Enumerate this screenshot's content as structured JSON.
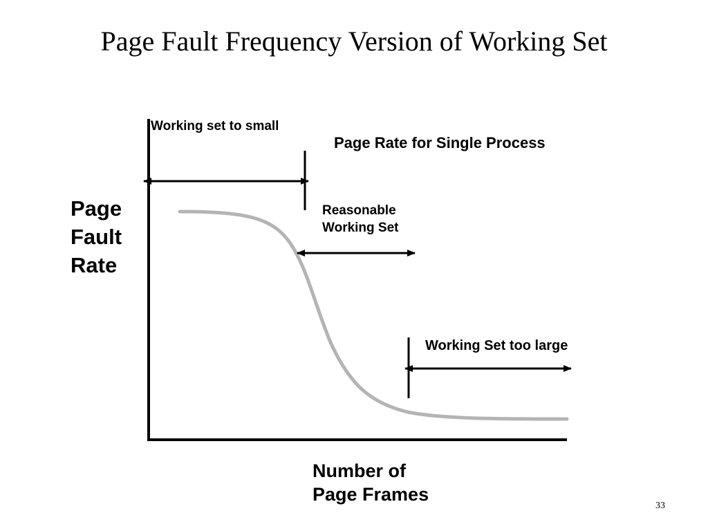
{
  "slide": {
    "title": "Page Fault Frequency Version of Working Set",
    "page_number": "33"
  },
  "diagram": {
    "y_axis_label_lines": [
      "Page",
      "Fault",
      "Rate"
    ],
    "x_axis_label_lines": [
      "Number of",
      "Page Frames"
    ],
    "curve_title": "Page Rate for Single Process",
    "too_small_label": "Working set to small",
    "reasonable_label_lines": [
      "Reasonable",
      "Working Set"
    ],
    "too_large_label": "Working Set too large",
    "colors": {
      "curve": "#b4b4b4",
      "axes": "#000000",
      "text": "#000000"
    }
  }
}
